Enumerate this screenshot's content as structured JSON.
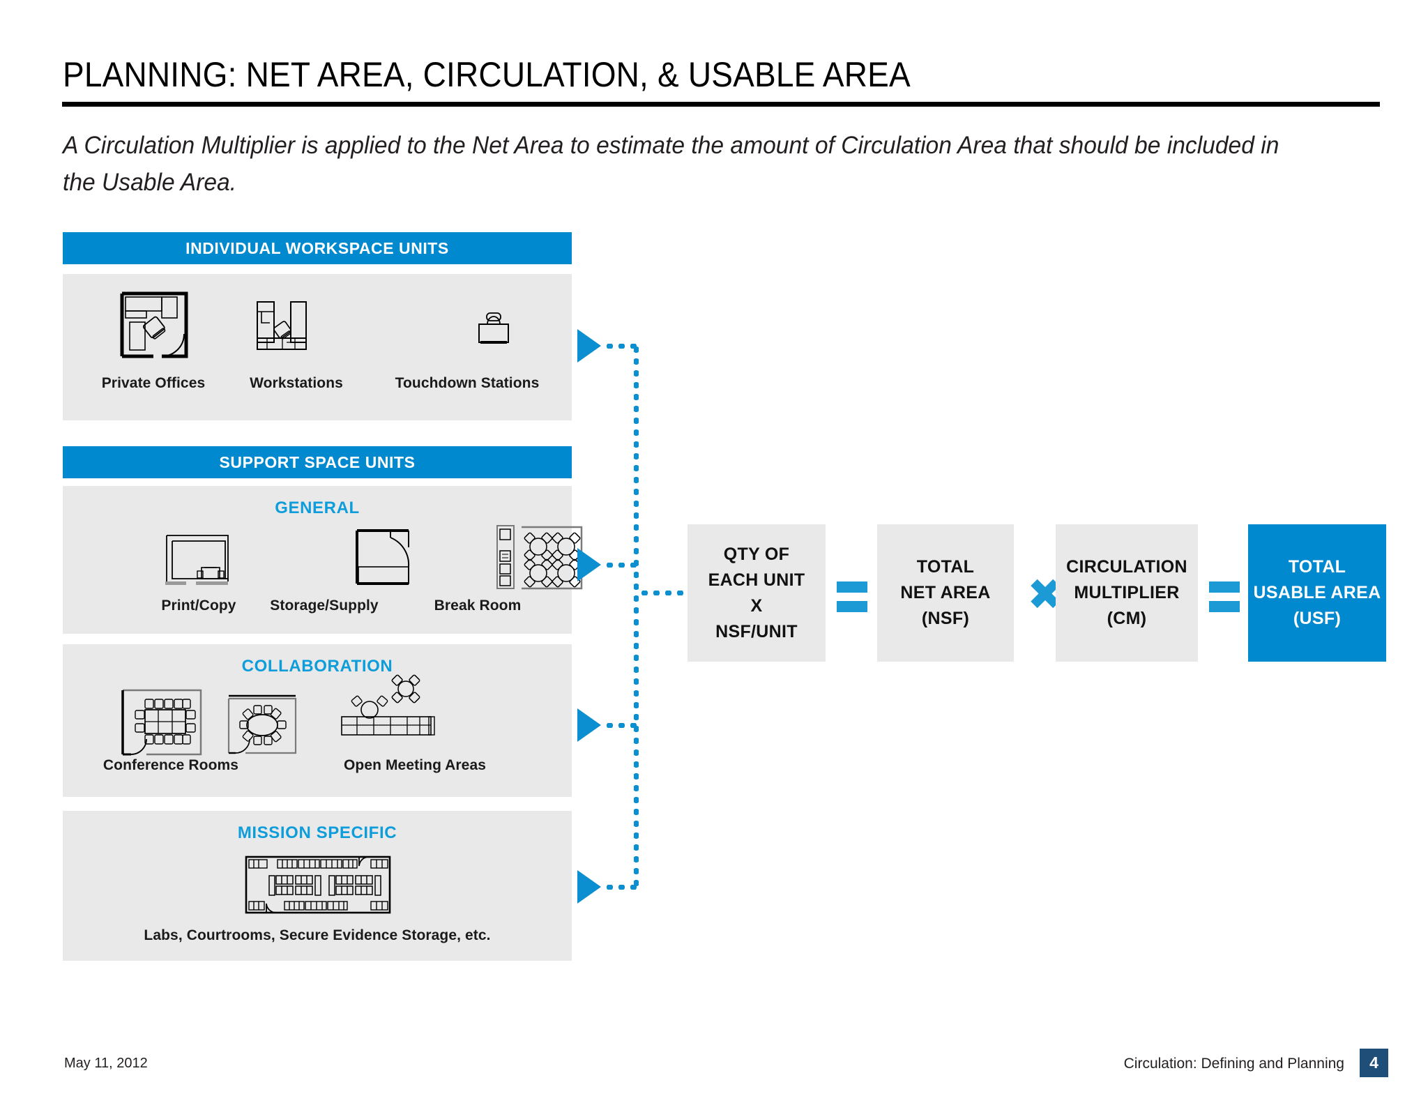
{
  "slide": {
    "title": "PLANNING:  NET AREA, CIRCULATION, & USABLE AREA",
    "subtitle": "A Circulation Multiplier is applied to the Net Area to estimate the amount of Circulation Area that should be included in the Usable Area."
  },
  "colors": {
    "accent_blue": "#0089cf",
    "light_blue": "#0d9ddb",
    "panel_gray": "#e9e9e9",
    "footer_navy": "#1f4e79",
    "text_black": "#000000"
  },
  "sections": [
    {
      "band_label": "INDIVIDUAL WORKSPACE UNITS",
      "groups": [
        {
          "group_title": "",
          "items": [
            {
              "caption": "Private Offices",
              "icon": "private-office-floorplan-icon"
            },
            {
              "caption": "Workstations",
              "icon": "workstation-floorplan-icon"
            },
            {
              "caption": "Touchdown Stations",
              "icon": "touchdown-station-icon"
            }
          ]
        }
      ]
    },
    {
      "band_label": "SUPPORT SPACE UNITS",
      "groups": [
        {
          "group_title": "GENERAL",
          "items": [
            {
              "caption": "Print/Copy",
              "icon": "print-copy-floorplan-icon"
            },
            {
              "caption": "Storage/Supply",
              "icon": "storage-supply-floorplan-icon"
            },
            {
              "caption": "Break Room",
              "icon": "break-room-floorplan-icon"
            }
          ]
        },
        {
          "group_title": "COLLABORATION",
          "items": [
            {
              "caption": "Conference Rooms",
              "icon": "conference-room-floorplan-icon"
            },
            {
              "caption": "Open Meeting Areas",
              "icon": "open-meeting-area-icon"
            }
          ]
        },
        {
          "group_title": "MISSION SPECIFIC",
          "items": [
            {
              "caption": "Labs, Courtrooms, Secure Evidence Storage, etc.",
              "icon": "lab-courtroom-floorplan-icon"
            }
          ]
        }
      ]
    }
  ],
  "formula": {
    "boxes": [
      {
        "lines": [
          "QTY OF",
          "EACH UNIT",
          "X",
          "NSF/UNIT"
        ],
        "style": "gray"
      },
      {
        "lines": [
          "TOTAL",
          "NET AREA",
          "(NSF)"
        ],
        "style": "gray"
      },
      {
        "lines": [
          "CIRCULATION",
          "MULTIPLIER",
          "(CM)"
        ],
        "style": "gray"
      },
      {
        "lines": [
          "TOTAL",
          "USABLE AREA",
          "(USF)"
        ],
        "style": "blue"
      }
    ],
    "operators": [
      "equals",
      "times",
      "equals"
    ]
  },
  "footer": {
    "date": "May 11, 2012",
    "deck_title": "Circulation: Defining and Planning",
    "page_number": "4"
  }
}
